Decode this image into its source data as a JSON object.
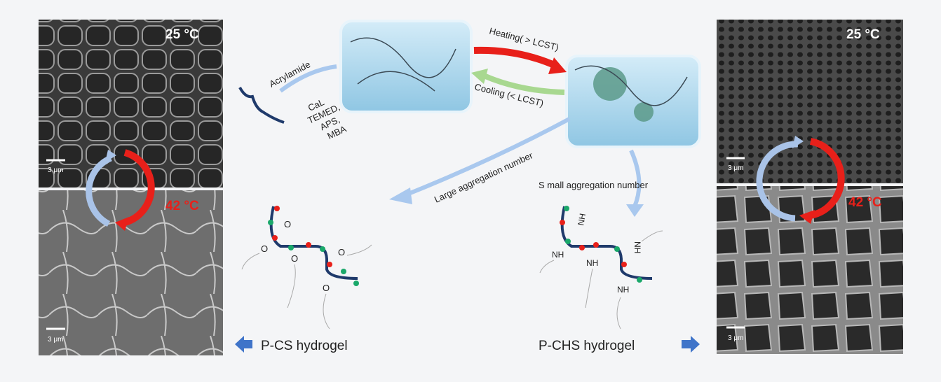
{
  "left_panel": {
    "top_temp": "25 °C",
    "bottom_temp": "42 °C",
    "scale_top": "3 μm",
    "scale_bottom": "3 μm"
  },
  "right_panel": {
    "top_temp": "25 °C",
    "bottom_temp": "42 °C",
    "scale_top": "3 μm",
    "scale_bottom": "3 μm"
  },
  "center": {
    "acrylamide": "Acrylamide",
    "reagents": [
      "CaL",
      "TEMED,",
      "APS,",
      "MBA"
    ],
    "heating": "Heating( > LCST)",
    "cooling": "Cooling (< LCST)",
    "large_agg": "Large aggregation number",
    "small_agg": "S mall aggregation number",
    "pcs_groups": [
      "O",
      "O",
      "O",
      "O",
      "O"
    ],
    "pchs_groups": [
      "NH",
      "NH",
      "NH",
      "NH",
      "NH"
    ],
    "pcs_label": "P-CS hydrogel",
    "pchs_label": "P-CHS hydrogel"
  },
  "colors": {
    "red": "#e8201a",
    "blue_arrow": "#a9c8ee",
    "gel": "#a8d4ea",
    "chain": "#1f3a6b",
    "green_arrow": "#a8d890",
    "hydrogel_arrow": "#3f74c9"
  }
}
